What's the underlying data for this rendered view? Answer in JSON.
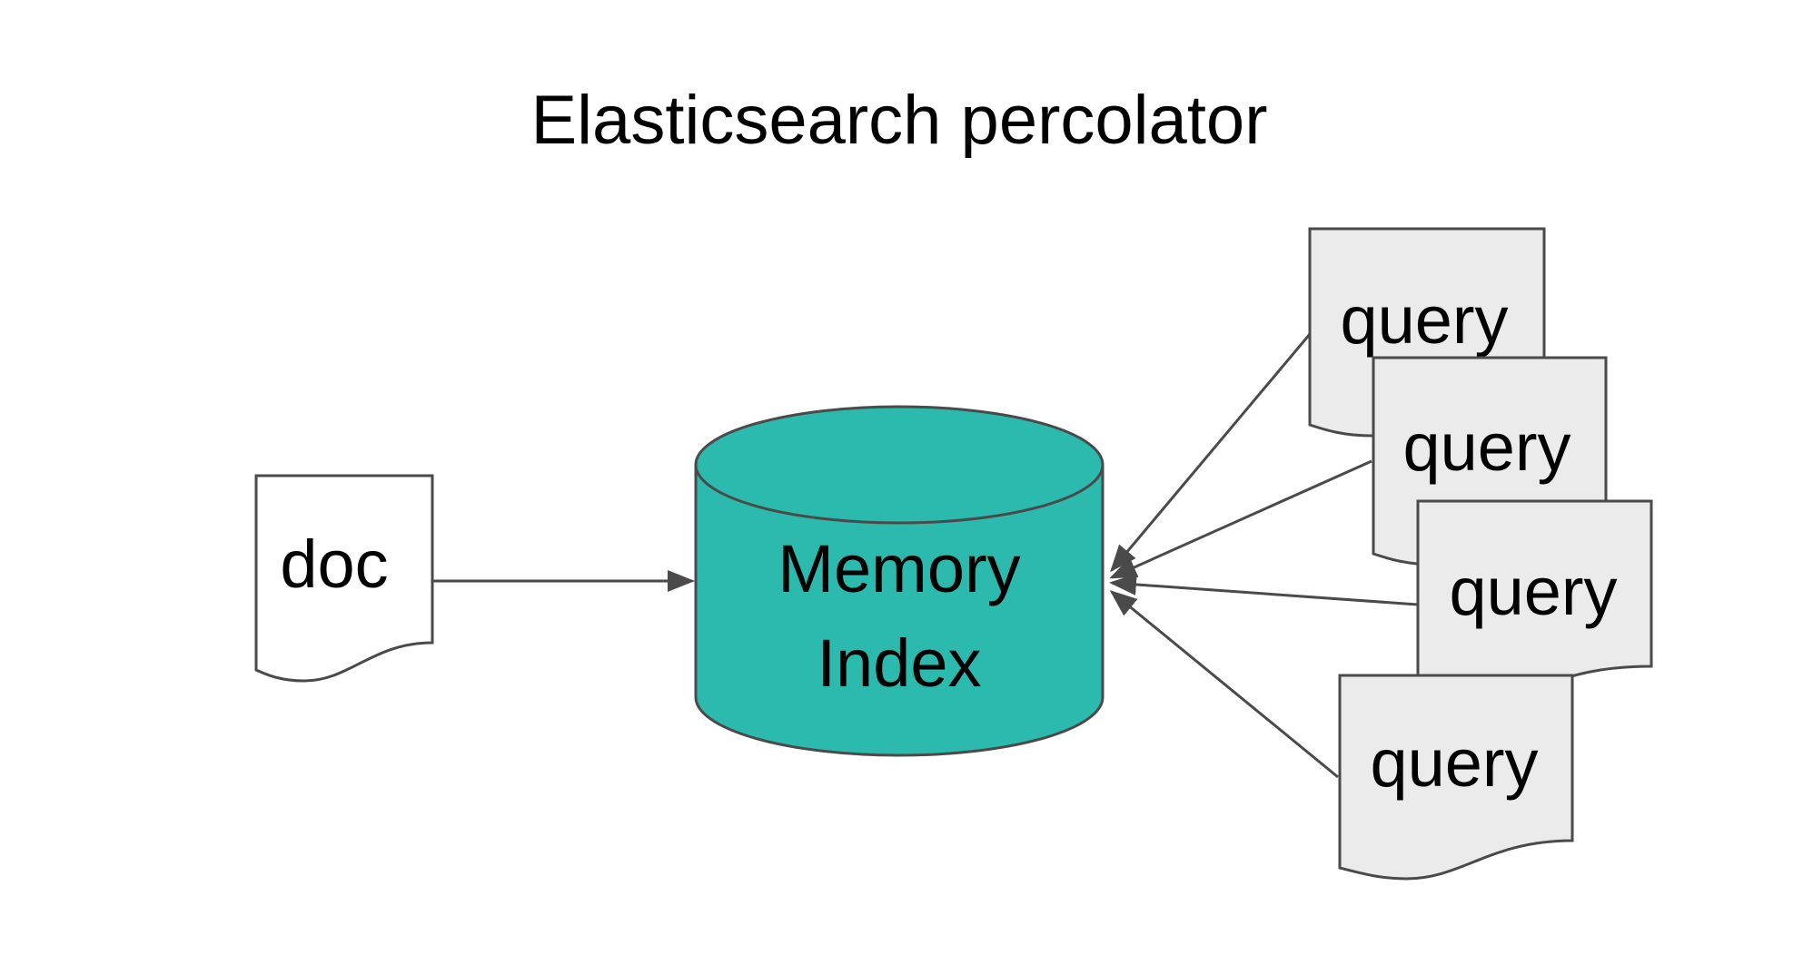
{
  "title": "Elasticsearch percolator",
  "colors": {
    "index_fill": "#2bbaad",
    "query_fill": "#ebebeb",
    "doc_fill": "#ffffff",
    "stroke": "#4a4a4a"
  },
  "nodes": {
    "doc": {
      "label": "doc"
    },
    "index": {
      "line1": "Memory",
      "line2": "Index"
    },
    "queries": [
      {
        "label": "query"
      },
      {
        "label": "query"
      },
      {
        "label": "query"
      },
      {
        "label": "query"
      }
    ]
  },
  "edges": [
    {
      "from": "doc",
      "to": "index"
    },
    {
      "from": "query-1",
      "to": "index"
    },
    {
      "from": "query-2",
      "to": "index"
    },
    {
      "from": "query-3",
      "to": "index"
    },
    {
      "from": "query-4",
      "to": "index"
    }
  ]
}
